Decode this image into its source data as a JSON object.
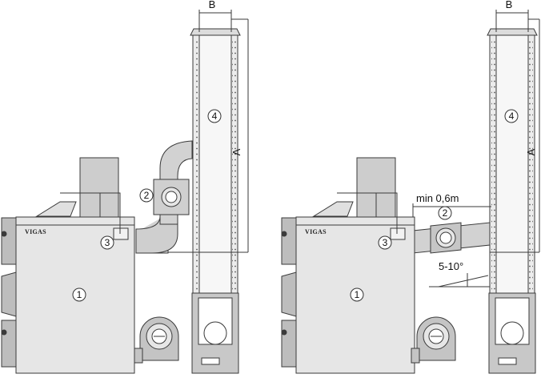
{
  "diagram": {
    "left": {
      "brand": "VIGAS",
      "callouts": [
        "1",
        "2",
        "3",
        "4"
      ],
      "dim_width": "B",
      "dim_height": "A"
    },
    "right": {
      "brand": "VIGAS",
      "callouts": [
        "1",
        "2",
        "3",
        "4"
      ],
      "dim_width": "B",
      "dim_height": "A",
      "min_distance": "min 0,6m",
      "slope": "5-10°"
    }
  },
  "colors": {
    "stroke": "#3a3a3a",
    "boiler_fill": "#e6e6e6",
    "flue_fill": "#cfcfcf",
    "chimney_inner": "#f4f4f4",
    "base_fill": "#c8c8c8"
  }
}
